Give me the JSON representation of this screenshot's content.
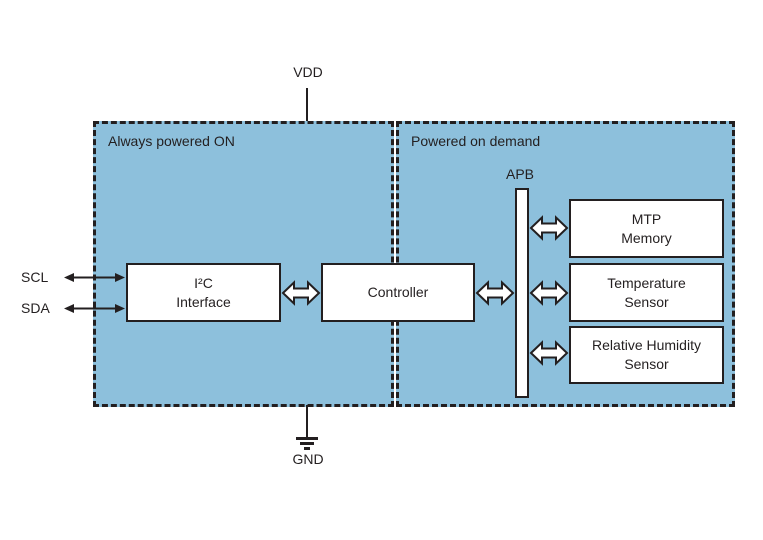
{
  "diagram": {
    "supply": {
      "vdd_label": "VDD",
      "gnd_label": "GND"
    },
    "pins": {
      "scl": "SCL",
      "sda": "SDA"
    },
    "regions": {
      "always_on": {
        "label": "Always powered ON"
      },
      "on_demand": {
        "label": "Powered on demand"
      }
    },
    "bus": {
      "label": "APB"
    },
    "blocks": {
      "i2c": {
        "label": "I²C\nInterface"
      },
      "controller": {
        "label": "Controller"
      },
      "mtp": {
        "label": "MTP\nMemory"
      },
      "temperature": {
        "label": "Temperature\nSensor"
      },
      "humidity": {
        "label": "Relative Humidity\nSensor"
      }
    },
    "connections": [
      {
        "from": "SCL",
        "to": "I²C Interface",
        "type": "bidirectional-line-arrow"
      },
      {
        "from": "SDA",
        "to": "I²C Interface",
        "type": "bidirectional-line-arrow"
      },
      {
        "from": "I²C Interface",
        "to": "Controller",
        "type": "bidirectional-block-arrow"
      },
      {
        "from": "Controller",
        "to": "APB",
        "type": "bidirectional-block-arrow"
      },
      {
        "from": "APB",
        "to": "MTP Memory",
        "type": "bidirectional-block-arrow"
      },
      {
        "from": "APB",
        "to": "Temperature Sensor",
        "type": "bidirectional-block-arrow"
      },
      {
        "from": "APB",
        "to": "Relative Humidity Sensor",
        "type": "bidirectional-block-arrow"
      },
      {
        "from": "VDD",
        "to": "Always powered ON region",
        "type": "supply-line"
      },
      {
        "from": "Always powered ON region",
        "to": "GND",
        "type": "ground-line"
      }
    ],
    "colors": {
      "region_fill": "#8dc0dc",
      "stroke": "#231f20",
      "block_fill": "#ffffff",
      "background": "#ffffff"
    }
  }
}
